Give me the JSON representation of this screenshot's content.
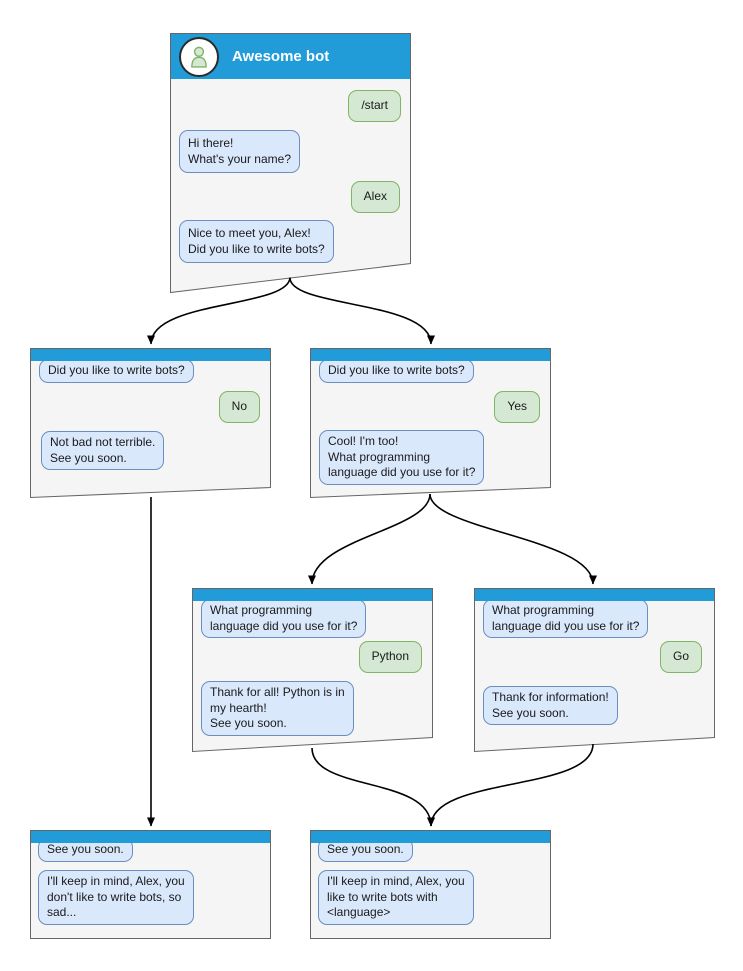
{
  "colors": {
    "header_blue": "#219cd9",
    "window_fill": "#f5f5f5",
    "window_border": "#666666",
    "bot_bubble_fill": "#dae8fc",
    "bot_bubble_border": "#6c8ebf",
    "user_bubble_fill": "#d5e8d4",
    "user_bubble_border": "#82b366",
    "arrow_color": "#000000"
  },
  "windows": {
    "main": {
      "title": "Awesome bot",
      "avatar_icon": "person-icon",
      "messages": [
        {
          "from": "user",
          "text": "/start"
        },
        {
          "from": "bot",
          "text": "Hi there!\nWhat's your name?"
        },
        {
          "from": "user",
          "text": "Alex"
        },
        {
          "from": "bot",
          "text": "Nice to meet you, Alex!\nDid you like to write bots?"
        }
      ]
    },
    "branch_no": {
      "messages": [
        {
          "from": "bot",
          "text": "Did you like to write bots?"
        },
        {
          "from": "user",
          "text": "No"
        },
        {
          "from": "bot",
          "text": "Not bad not terrible.\nSee you soon."
        }
      ]
    },
    "branch_yes": {
      "messages": [
        {
          "from": "bot",
          "text": "Did you like to write bots?"
        },
        {
          "from": "user",
          "text": "Yes"
        },
        {
          "from": "bot",
          "text": "Cool! I'm too!\nWhat programming\nlanguage did you use for it?"
        }
      ]
    },
    "branch_python": {
      "messages": [
        {
          "from": "bot",
          "text": "What programming\nlanguage did you use for it?"
        },
        {
          "from": "user",
          "text": "Python"
        },
        {
          "from": "bot",
          "text": "Thank for all! Python is in\nmy hearth!\nSee you soon."
        }
      ]
    },
    "branch_go": {
      "messages": [
        {
          "from": "bot",
          "text": "What programming\nlanguage did you use for it?"
        },
        {
          "from": "user",
          "text": "Go"
        },
        {
          "from": "bot",
          "text": "Thank for information!\nSee you soon."
        }
      ]
    },
    "end_no": {
      "messages": [
        {
          "from": "bot",
          "text": "See you soon."
        },
        {
          "from": "bot",
          "text": "I'll keep in mind, Alex, you\ndon't like to write bots, so\nsad..."
        }
      ]
    },
    "end_yes": {
      "messages": [
        {
          "from": "bot",
          "text": "See you soon."
        },
        {
          "from": "bot",
          "text": "I'll keep in mind, Alex, you\nlike to write bots with\n<language>"
        }
      ]
    }
  },
  "edges": [
    {
      "from": "main",
      "to": "branch_no"
    },
    {
      "from": "main",
      "to": "branch_yes"
    },
    {
      "from": "branch_yes",
      "to": "branch_python"
    },
    {
      "from": "branch_yes",
      "to": "branch_go"
    },
    {
      "from": "branch_no",
      "to": "end_no"
    },
    {
      "from": "branch_python",
      "to": "end_yes"
    },
    {
      "from": "branch_go",
      "to": "end_yes"
    }
  ]
}
